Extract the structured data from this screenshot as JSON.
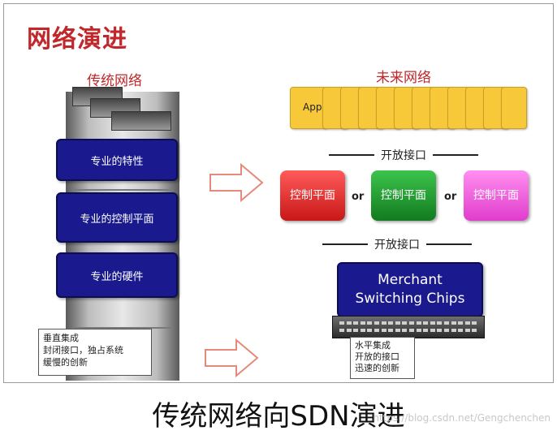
{
  "slide_title": "网络演进",
  "left_heading": "传统网络",
  "right_heading": "未来网络",
  "traditional": {
    "boxes": [
      "专业的特性",
      "专业的控制平面",
      "专业的硬件"
    ],
    "note_lines": [
      "垂直集成",
      "封闭接口，独占系统",
      "缓慢的创新"
    ]
  },
  "future": {
    "app_label": "App",
    "interface_top": "开放接口",
    "interface_bottom": "开放接口",
    "controllers": [
      {
        "label": "控制平面",
        "color": "#e02a2a"
      },
      {
        "label": "控制平面",
        "color": "#1f9a2c"
      },
      {
        "label": "控制平面",
        "color": "#ef4fd6"
      }
    ],
    "or_1": "or",
    "or_2": "or",
    "chip_line1": "Merchant",
    "chip_line2": "Switching Chips",
    "note_lines": [
      "水平集成",
      "开放的接口",
      "迅速的创新"
    ]
  },
  "bottom_title": "传统网络向SDN演进",
  "watermark": "https://blog.csdn.net/Gengchenchen"
}
